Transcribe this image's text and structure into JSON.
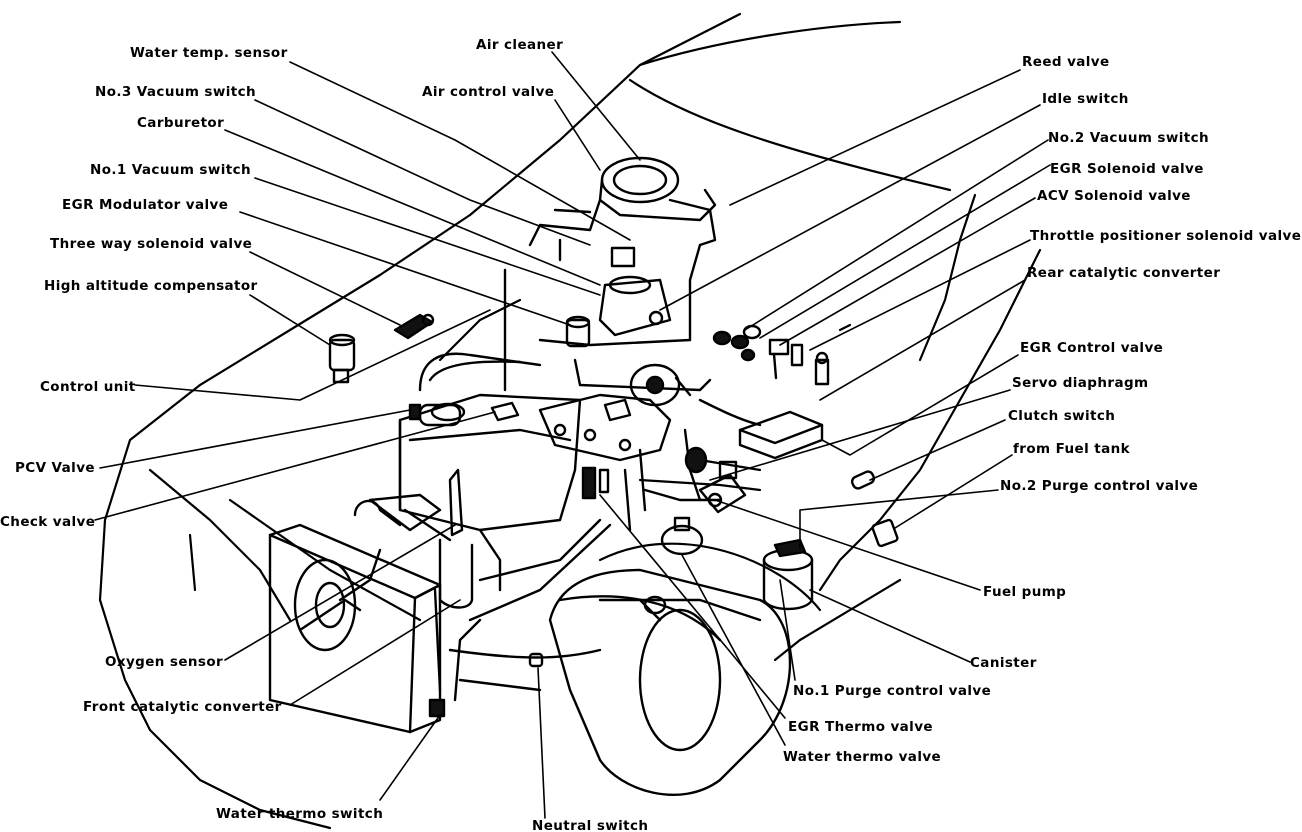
{
  "labels": {
    "water_temp_sensor": "Water temp. sensor",
    "air_cleaner": "Air cleaner",
    "reed_valve": "Reed valve",
    "no3_vacuum_switch": "No.3 Vacuum switch",
    "air_control_valve": "Air control valve",
    "idle_switch": "Idle switch",
    "carburetor": "Carburetor",
    "no2_vacuum_switch": "No.2 Vacuum switch",
    "egr_solenoid_valve": "EGR Solenoid valve",
    "no1_vacuum_switch": "No.1 Vacuum switch",
    "acv_solenoid_valve": "ACV Solenoid valve",
    "egr_modulator_valve": "EGR Modulator valve",
    "throttle_positioner_solenoid_valve": "Throttle positioner solenoid valve",
    "three_way_solenoid_valve": "Three way solenoid valve",
    "rear_catalytic_converter": "Rear catalytic converter",
    "high_altitude_compensator": "High altitude compensator",
    "egr_control_valve": "EGR Control valve",
    "control_unit": "Control unit",
    "servo_diaphragm": "Servo diaphragm",
    "clutch_switch": "Clutch switch",
    "pcv_valve": "PCV Valve",
    "from_fuel_tank": "from Fuel tank",
    "no2_purge_control_valve": "No.2 Purge control valve",
    "check_valve": "Check valve",
    "fuel_pump": "Fuel pump",
    "oxygen_sensor": "Oxygen sensor",
    "canister": "Canister",
    "no1_purge_control_valve": "No.1 Purge control valve",
    "front_catalytic_converter": "Front catalytic converter",
    "egr_thermo_valve": "EGR Thermo valve",
    "water_thermo_valve": "Water thermo valve",
    "water_thermo_switch": "Water thermo switch",
    "neutral_switch": "Neutral switch"
  }
}
